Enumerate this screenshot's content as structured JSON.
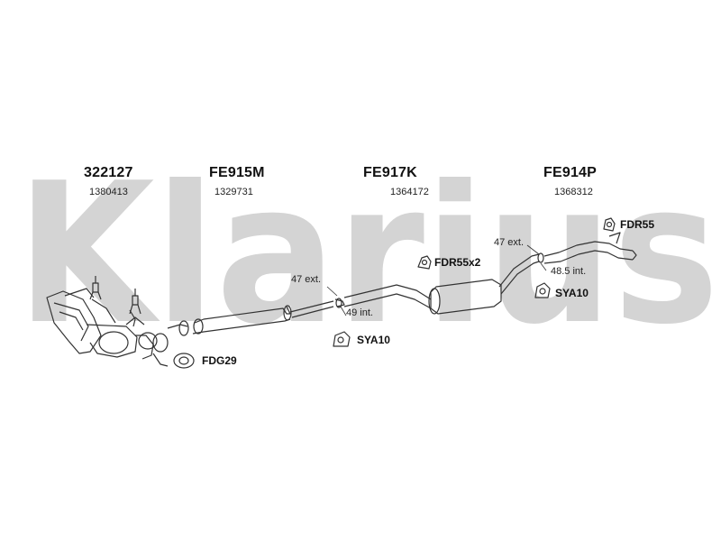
{
  "brand": {
    "watermark": "Klarius"
  },
  "parts": [
    {
      "code": "322127",
      "number": "1380413"
    },
    {
      "code": "FE915M",
      "number": "1329731"
    },
    {
      "code": "FE917K",
      "number": "1364172"
    },
    {
      "code": "FE914P",
      "number": "1368312"
    }
  ],
  "joints": [
    {
      "ext": "47 ext.",
      "int": "49 int."
    },
    {
      "ext": "47 ext.",
      "int": "48.5 int."
    }
  ],
  "hardware": [
    {
      "label": "FDG29",
      "icon": "gasket-icon"
    },
    {
      "label": "SYA10",
      "icon": "mounting-rubber-icon"
    },
    {
      "label": "FDR55x2",
      "icon": "hanger-rubber-icon"
    },
    {
      "label": "SYA10",
      "icon": "mounting-rubber-icon"
    },
    {
      "label": "FDR55",
      "icon": "hanger-rubber-icon"
    }
  ],
  "colors": {
    "watermark": "#d4d4d4",
    "line": "#333333"
  }
}
